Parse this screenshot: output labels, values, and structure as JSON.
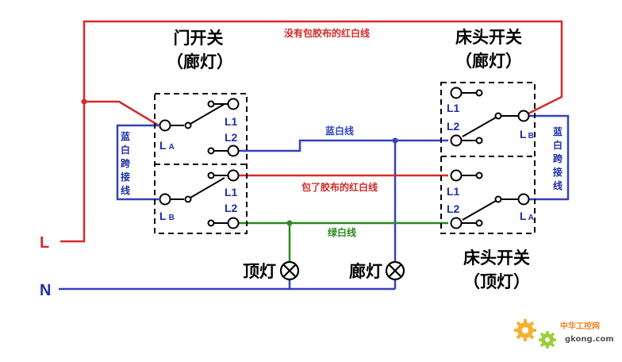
{
  "titles": {
    "door_switch": "门开关",
    "door_switch_sub": "（廊灯）",
    "bed_switch_top": "床头开关",
    "bed_switch_top_sub": "（廊灯）",
    "bed_switch_bottom": "床头开关",
    "bed_switch_bottom_sub": "（顶灯）"
  },
  "wire_labels": {
    "top_red": "没有包胶布的红白线",
    "mid_blue": "蓝白线",
    "mid_red": "包了胶布的红白线",
    "green": "绿白线"
  },
  "jumper_label_chars": [
    "蓝",
    "白",
    "跨",
    "接",
    "线"
  ],
  "terminals": {
    "L1": "L1",
    "L2": "L2",
    "L": "L",
    "sub_A": "A",
    "sub_B": "B"
  },
  "lamps": {
    "ceiling": "顶灯",
    "corridor": "廊灯"
  },
  "supply": {
    "live": "L",
    "neutral": "N"
  },
  "watermark": {
    "name": "中华工控网",
    "url": "gkong.com"
  },
  "colors": {
    "red": "#d42a2a",
    "blue": "#3344b4",
    "green": "#2a8a1e",
    "black": "#000000",
    "label_blue": "#1f2fa8"
  }
}
